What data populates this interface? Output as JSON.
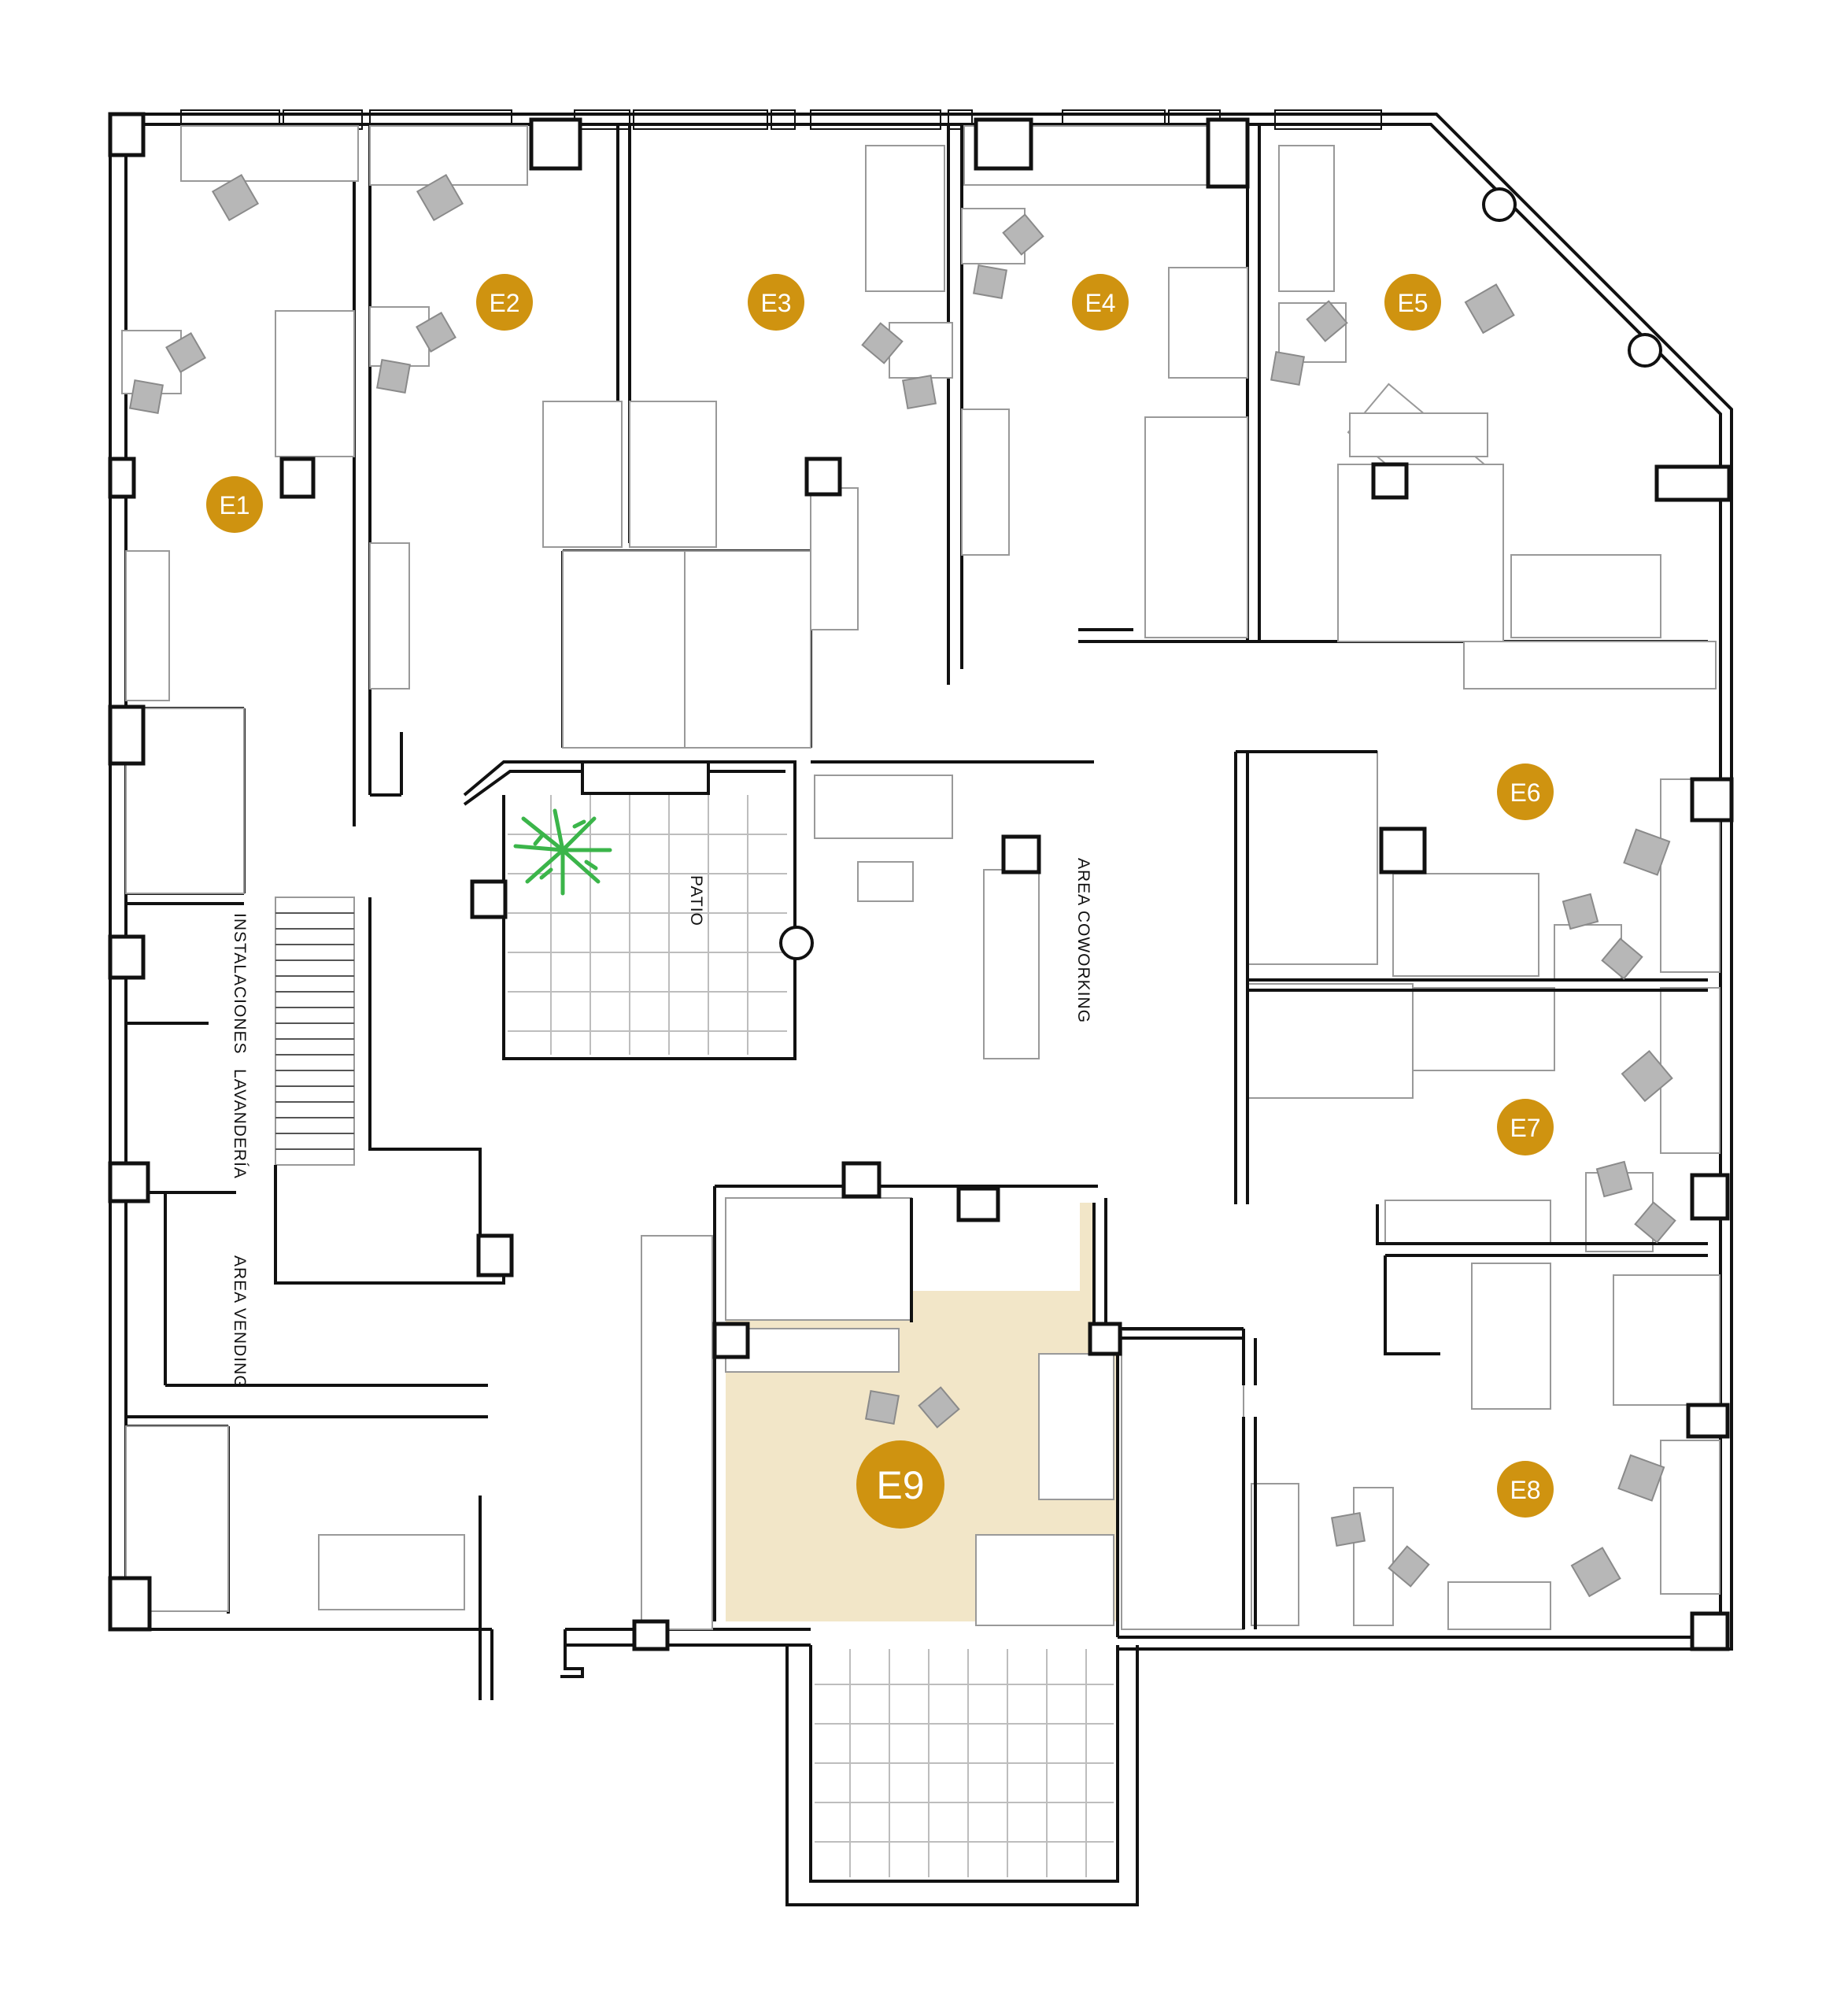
{
  "units": [
    {
      "id": "E1"
    },
    {
      "id": "E2"
    },
    {
      "id": "E3"
    },
    {
      "id": "E4"
    },
    {
      "id": "E5"
    },
    {
      "id": "E6"
    },
    {
      "id": "E7"
    },
    {
      "id": "E8"
    },
    {
      "id": "E9",
      "highlighted": true
    }
  ],
  "areas": {
    "patio": "PATIO",
    "coworking": "AREA COWORKING",
    "instalaciones": "INSTALACIONES",
    "lavanderia": "LAVANDERÍA",
    "vending": "AREA VENDING"
  },
  "colors": {
    "badge": "#cf9310",
    "highlight": "#f2e6c8",
    "plant": "#3bb54a",
    "walls": "#111111"
  }
}
